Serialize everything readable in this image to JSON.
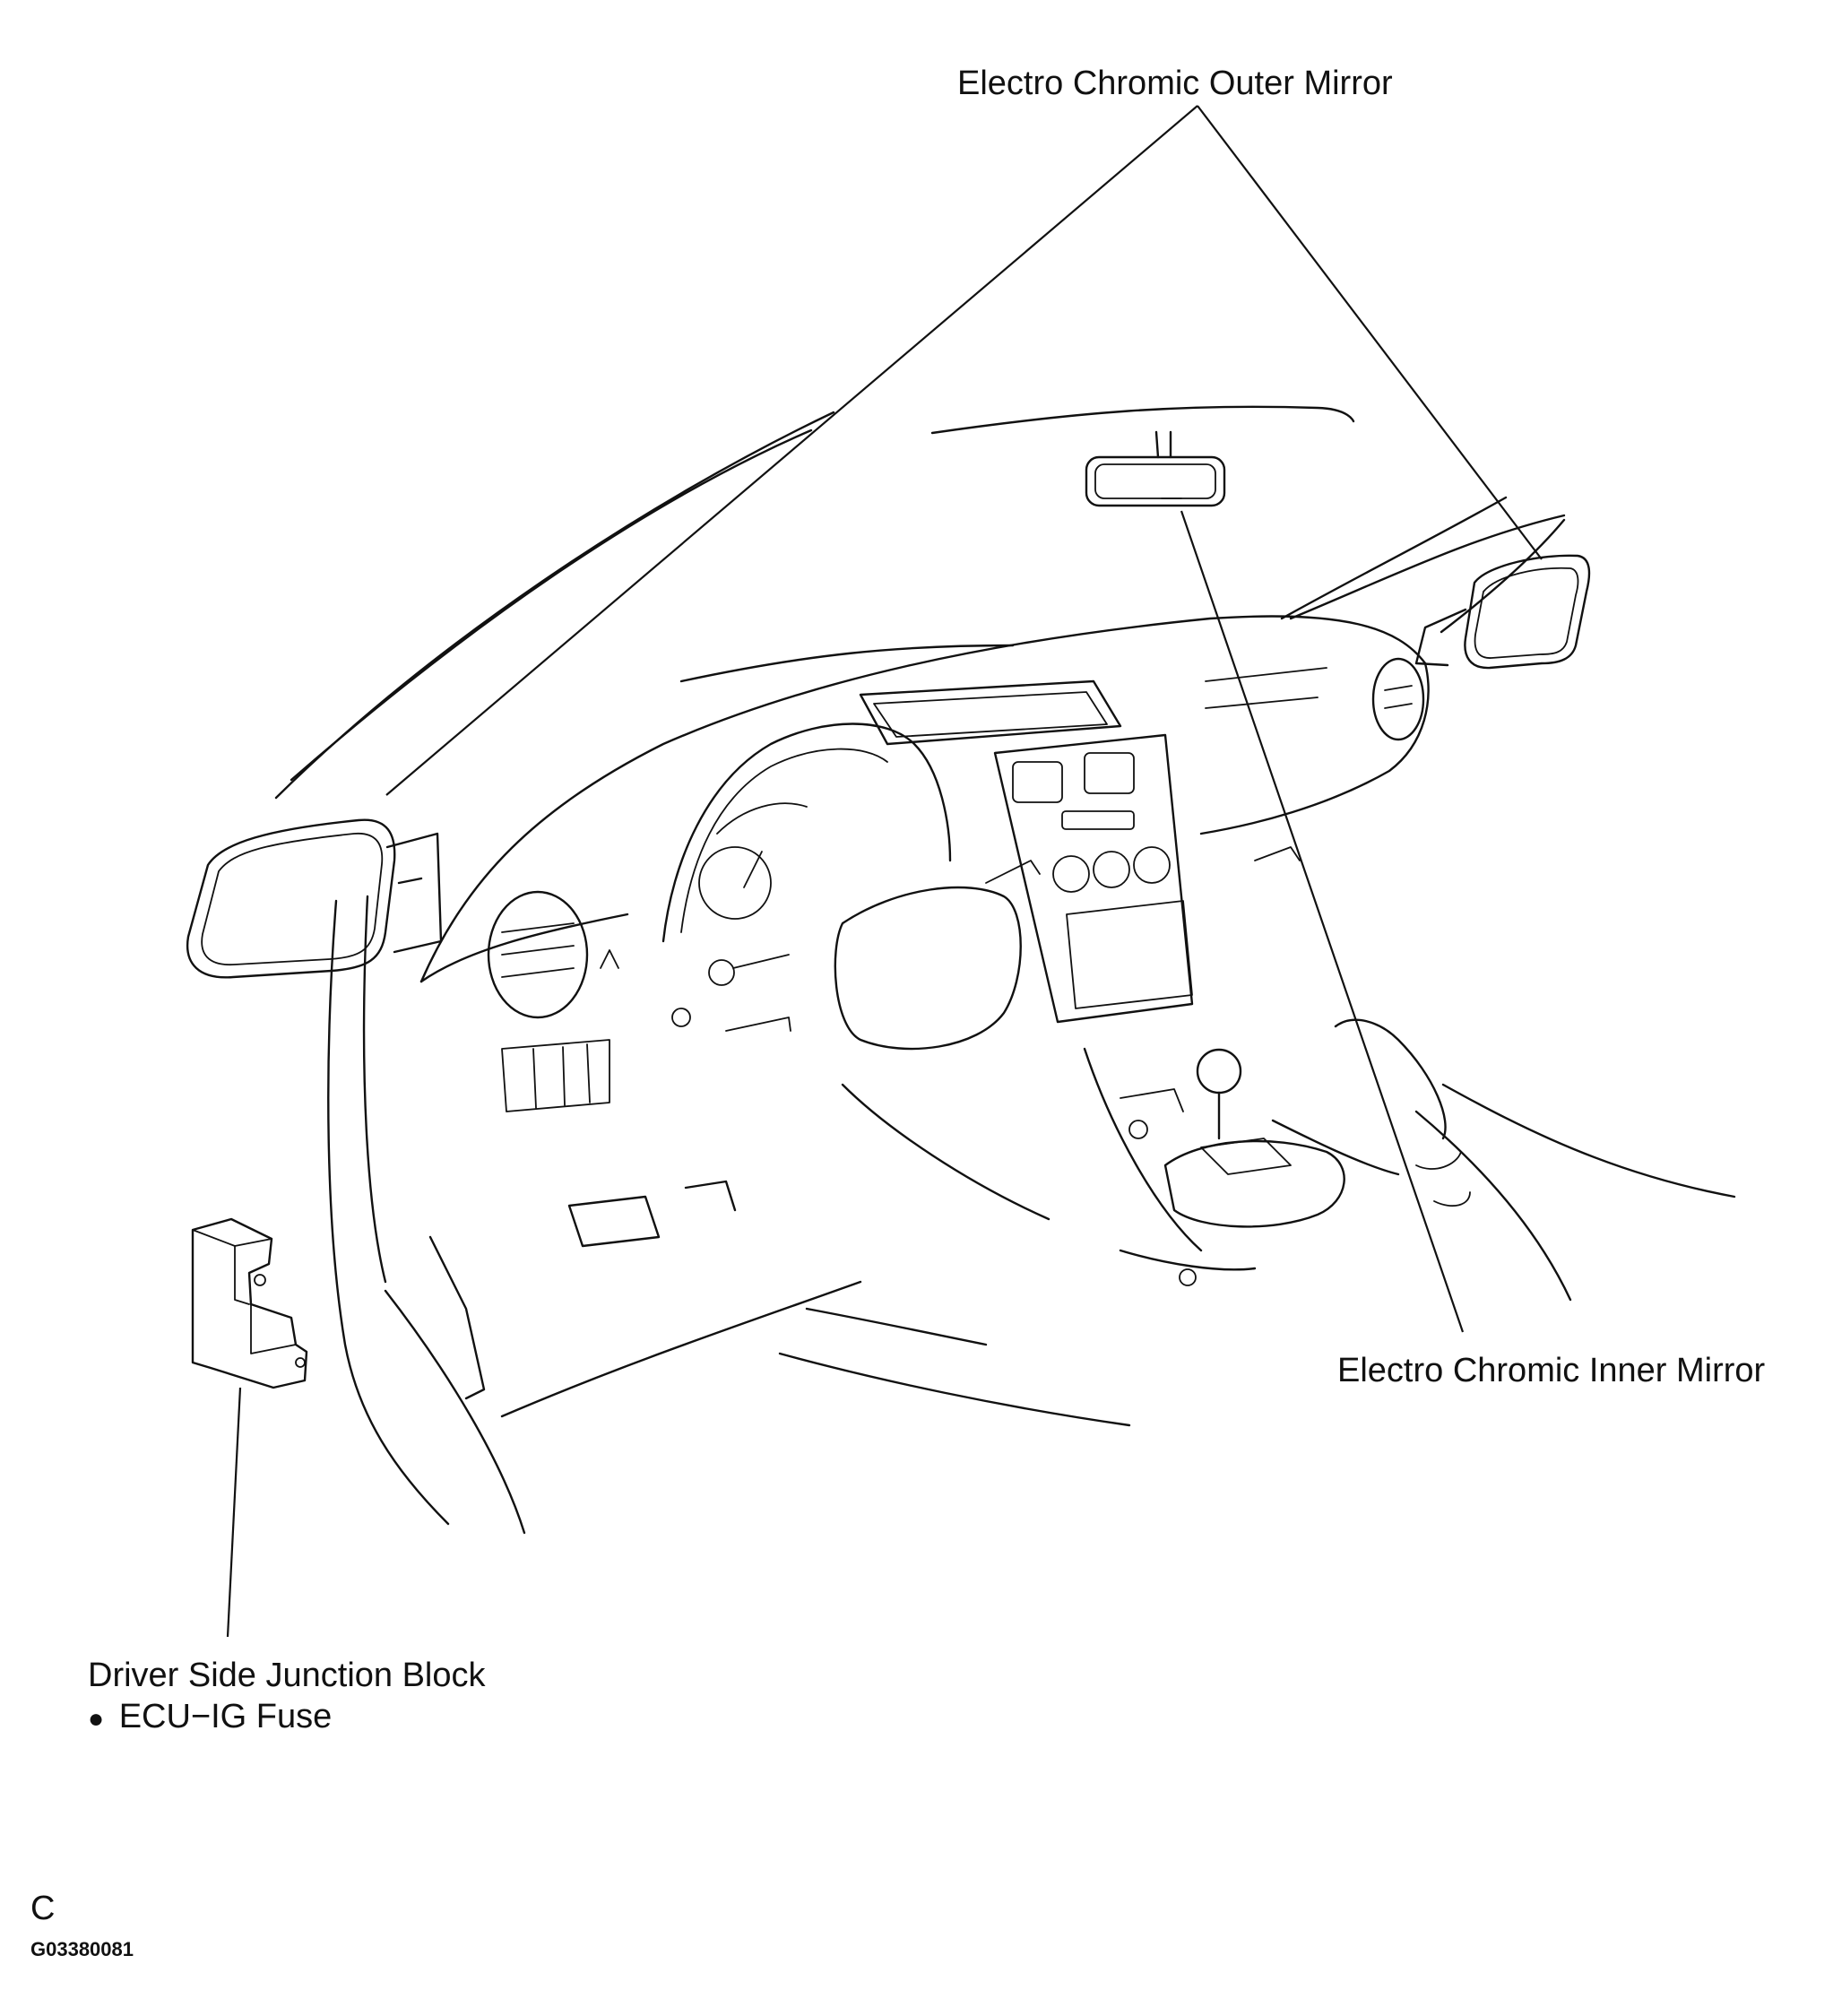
{
  "labels": {
    "outer_mirror": "Electro Chromic Outer Mirror",
    "inner_mirror": "Electro Chromic Inner Mirror",
    "junction_block": "Driver Side Junction Block",
    "fuse_bullet": "●",
    "fuse": "ECU−IG Fuse",
    "section": "C",
    "figure_id": "G03380081"
  },
  "colors": {
    "ink": "#111111",
    "background": "#ffffff"
  }
}
